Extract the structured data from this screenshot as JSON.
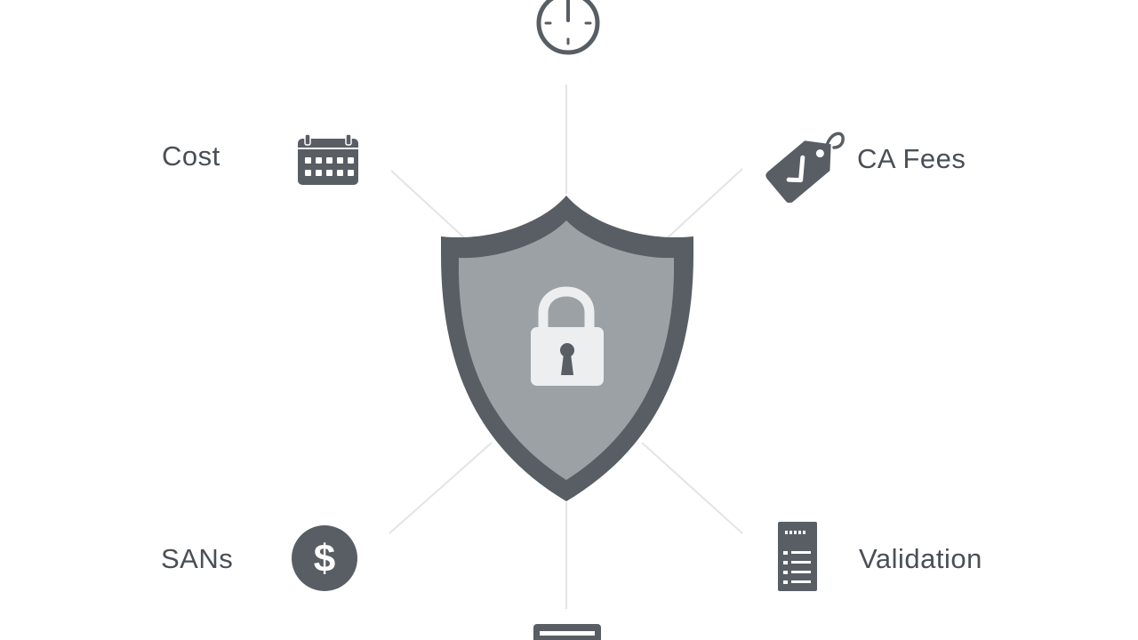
{
  "labels": {
    "cost": "Cost",
    "ca_fees": "CA Fees",
    "sans": "SANs",
    "validation": "Validation"
  },
  "icons": {
    "top": "clock-icon",
    "top_left": "calendar-icon",
    "top_right": "price-tag-icon",
    "center": "shield-lock-icon",
    "bottom_left": "dollar-icon",
    "bottom_right": "document-list-icon",
    "bottom": "server-icon"
  },
  "colors": {
    "dark": "#585e64",
    "shield_fill": "#9ca1a6",
    "lock": "#eceeef",
    "connector": "#e2e4e6",
    "text": "#4a4f55",
    "background": "#ffffff"
  }
}
